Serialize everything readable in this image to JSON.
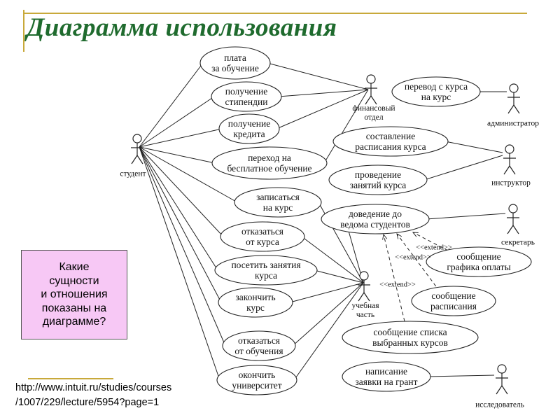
{
  "title": "Диаграмма использования",
  "actors": {
    "student": "студент",
    "finance_dept": "финансовый\nотдел",
    "administrator": "администратор",
    "instructor": "инструктор",
    "secretary": "секретарь",
    "academic_unit": "учебная\nчасть",
    "researcher": "исследователь"
  },
  "use_cases": {
    "tuition": "плата\nза обучение",
    "stipend": "получение\nстипендии",
    "credit": "получение\nкредита",
    "free_study": "переход на\nбесплатное обучение",
    "enroll": "записаться\nна курс",
    "drop_course": "отказаться\nот курса",
    "attend": "посетить занятия\nкурса",
    "finish_course": "закончить\nкурс",
    "quit": "отказаться\nот обучения",
    "graduate": "окончить\nуниверситет",
    "transfer": "перевод с курса\nна курс",
    "schedule": "составление\nрасписания курса",
    "teach": "проведение\nзанятий курса",
    "inform": "доведение до\nведома студентов",
    "payment_msg": "сообщение\nграфика оплаты",
    "schedule_msg": "сообщение\nрасписания",
    "courses_msg": "сообщение списка\nвыбранных курсов",
    "grant": "написание\nзаявки на грант"
  },
  "relations": {
    "extend": "<<extend>>"
  },
  "question": "Какие\nсущности\nи отношения\nпоказаны на\nдиаграмме?",
  "source": "http://www.intuit.ru/studies/courses\n/1007/229/lecture/5954?page=1",
  "colors": {
    "title": "#1f6b2e",
    "rule": "#c8a93a",
    "question_bg": "#f7c8f5"
  }
}
